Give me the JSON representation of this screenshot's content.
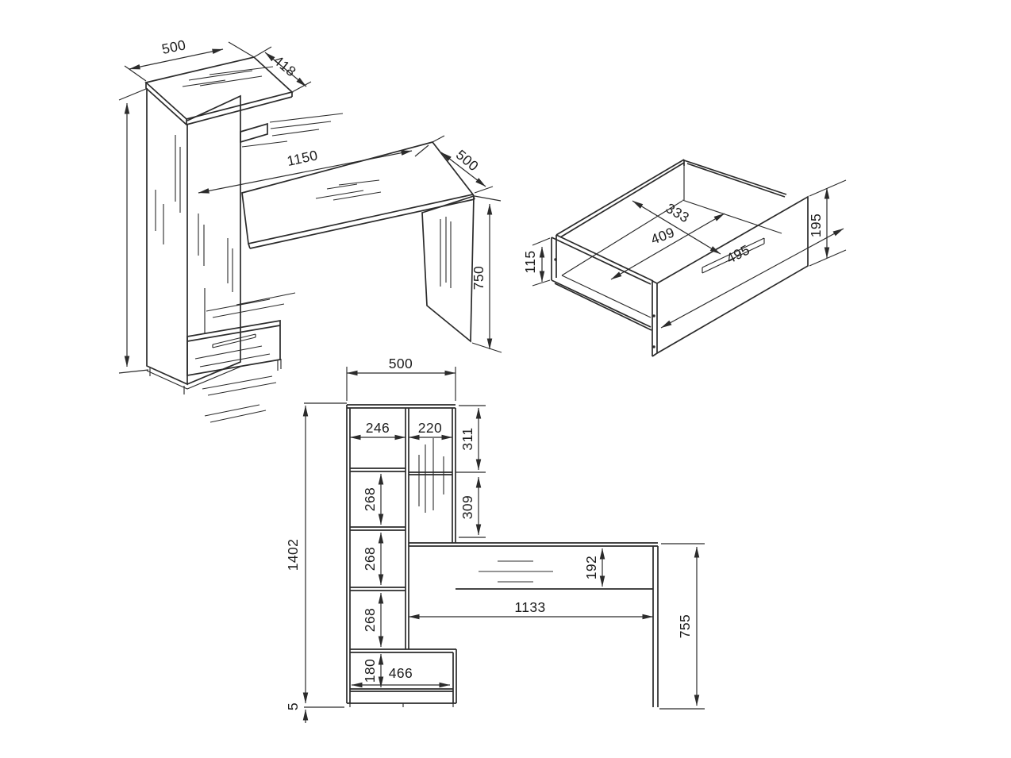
{
  "meta": {
    "background_color": "#ffffff",
    "line_color": "#2b2b2b",
    "text_color": "#1c1c1c"
  },
  "views": {
    "unit_iso": {
      "dims": {
        "top_width": "500",
        "top_depth": "418",
        "desk_length": "1150",
        "desk_depth": "500",
        "desk_height": "750"
      }
    },
    "drawer_iso": {
      "dims": {
        "side_height": "115",
        "inner_depth": "333",
        "inner_width": "409",
        "front_width": "495",
        "front_height": "195"
      }
    },
    "elevation": {
      "dims": {
        "cabinet_width": "500",
        "left_bay_width": "246",
        "right_bay_width": "220",
        "top_bay_height": "311",
        "niche_height": "309",
        "shelf_gap_1": "268",
        "shelf_gap_2": "268",
        "shelf_gap_3": "268",
        "total_height": "1402",
        "apron_height": "192",
        "desk_span": "1133",
        "desk_height": "755",
        "drawer_box_height": "180",
        "drawer_box_width": "466",
        "base_height": "5"
      }
    }
  }
}
